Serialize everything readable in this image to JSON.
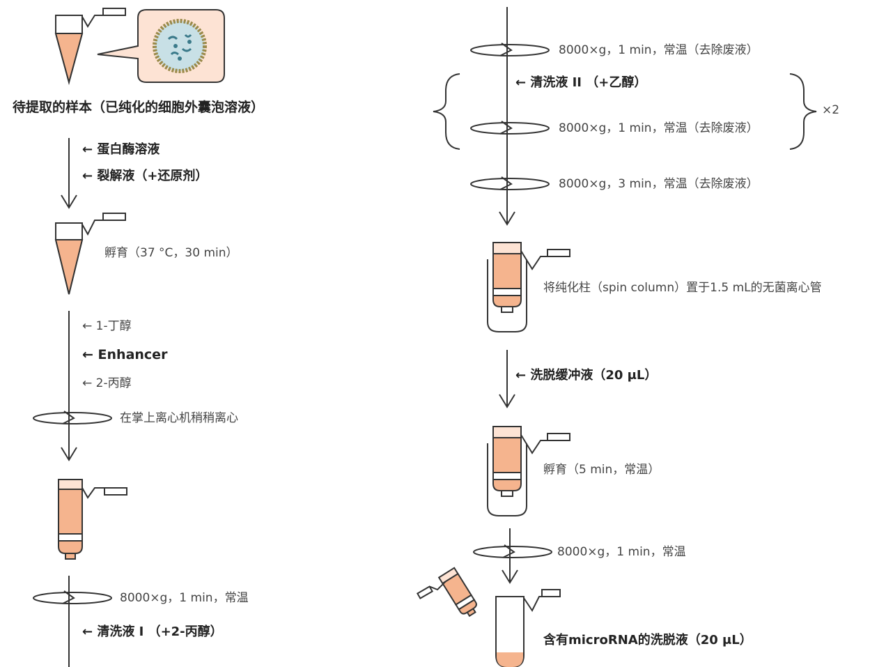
{
  "left": {
    "sample_caption": "待提取的样本（已纯化的细胞外囊泡溶液）",
    "add_protease": "← 蛋白酶溶液",
    "add_lysis": "← 裂解液（+还原剂）",
    "incubate_1": "孵育（37 °C，30 min）",
    "add_butanol": "← 1-丁醇",
    "add_enhancer": "← Enhancer",
    "add_propanol": "← 2-丙醇",
    "spin_palm": "在掌上离心机稍稍离心",
    "spin_1": "8000×g，1 min，常温",
    "add_wash1": "← 清洗液 I （+2-丙醇）"
  },
  "right": {
    "spin_2": "8000×g，1 min，常温（去除废液）",
    "add_wash2": "← 清洗液 II （+乙醇）",
    "spin_3": "8000×g，1 min，常温（去除废液）",
    "repeat": "×2",
    "spin_4": "8000×g，3 min，常温（去除废液）",
    "place_column": "将纯化柱（spin column）置于1.5 mL的无菌离心管",
    "add_elution": "← 洗脱缓冲液（20 μL）",
    "incubate_2": "孵育（5 min，常温）",
    "spin_5": "8000×g，1 min，常温",
    "eluate_caption": "含有microRNA的洗脱液（20 μL）"
  },
  "colors": {
    "liquid": "#f5b48e",
    "liquid_light": "#fde3d4",
    "stroke": "#333333",
    "vesicle_fill": "#c8e0e6"
  }
}
